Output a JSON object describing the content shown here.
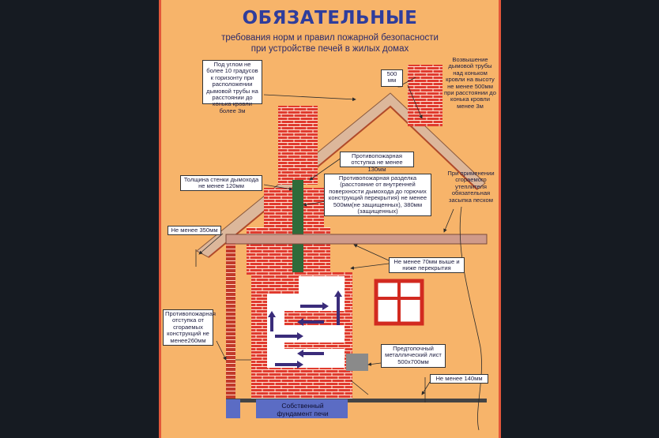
{
  "title": "ОБЯЗАТЕЛЬНЫЕ",
  "subtitle_line1": "требования норм и правил пожарной безопасности",
  "subtitle_line2": "при устройстве печей в жилых домах",
  "notes": {
    "angle_note": "Под углом не более 10 градусов к горизонту при расположении дымовой трубы на расстоянии до конька кровли более 3м",
    "height_500": "500 мм",
    "raise_note": "Возвышение дымовой трубы над коньком кровли на высоту не менее 500мм при расстоянии до конька кровли менее 3м",
    "offset_130": "Противопожарная отступка не менее 130мм",
    "wall_thickness": "Толщина стенки дымохода не менее 120мм",
    "razdelka": "Противопожарная разделка (расстояние от внутренней поверхности дымохода до горючих конструкций перекрытия) не менее 500мм(не защищенных), 380мм (защищенных)",
    "insulation": "При применении сгораемого утеплителя обязательная засыпка песком",
    "min_350": "Не менее 350мм",
    "min_70": "Не менее 70мм выше и ниже перекрытия",
    "offset_260": "Противопожарная отступка от сгораемых конструкций не менее260мм",
    "fire_sheet": "Предтопочный металлический лист 500х700мм",
    "min_140": "Не менее 140мм",
    "foundation": "Собственный фундамент печи"
  },
  "colors": {
    "background": "#f7b46a",
    "brick": "#e03a2e",
    "mortar": "#ffffff",
    "title": "#2f3d9c",
    "chimney_inner": "#2f6b3a",
    "foundation": "#5b6cc4",
    "arrow": "#3a2c7a"
  }
}
